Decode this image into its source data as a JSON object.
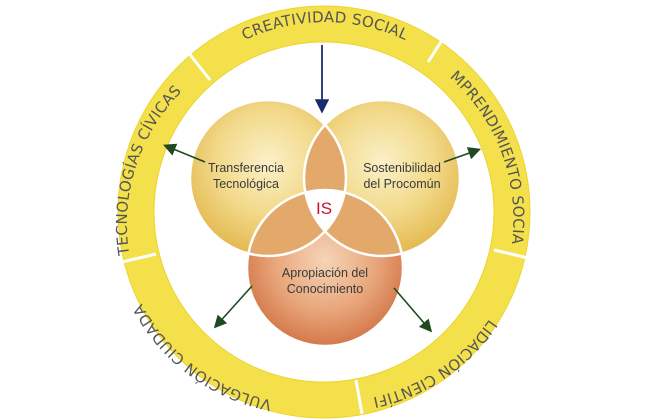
{
  "ring": {
    "segments": [
      {
        "label": "CREATIVIDAD SOCIAL"
      },
      {
        "label": "EMPRENDIMIENTO SOCIAL"
      },
      {
        "label": "VALIDACIÓN CIENTÍFICA"
      },
      {
        "label": "DIVULGACIÓN CIUDADANA"
      },
      {
        "label": "TECNOLOGÍAS CÍVICAS"
      }
    ]
  },
  "venn": {
    "top_left": "Transferencia\nTecnológica",
    "top_right": "Sostenibilidad\ndel Procomún",
    "bottom": "Apropiación del\nConocimiento",
    "center": "IS"
  },
  "colors": {
    "ring": "#f4e04a",
    "ring_divider": "#ffffff",
    "arrow_in": "#1a2b6d",
    "arrow_out": "#1f4a1f",
    "center_text": "#c8102e"
  }
}
